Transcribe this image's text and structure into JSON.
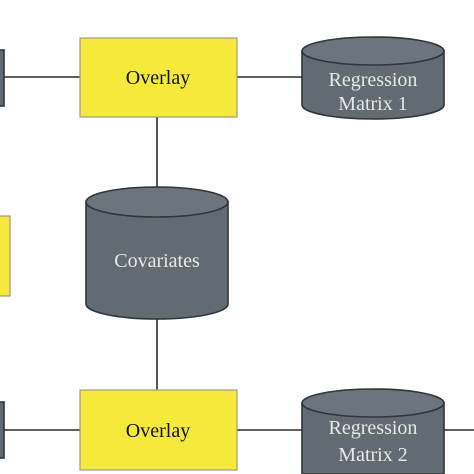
{
  "diagram": {
    "nodes": {
      "overlay_top": {
        "label": "Overlay",
        "shape": "rectangle",
        "fill": "#f5ea3c"
      },
      "overlay_bottom": {
        "label": "Overlay",
        "shape": "rectangle",
        "fill": "#f5ea3c"
      },
      "covariates": {
        "label": "Covariates",
        "shape": "cylinder",
        "fill": "#626a72"
      },
      "regression_matrix_1": {
        "label_line1": "Regression",
        "label_line2": "Matrix 1",
        "shape": "cylinder",
        "fill": "#626a72"
      },
      "regression_matrix_2": {
        "label_line1": "Regression",
        "label_line2": "Matrix 2",
        "shape": "cylinder",
        "fill": "#626a72"
      },
      "left_partial_top": {
        "shape": "cylinder",
        "fill": "#626a72"
      },
      "left_partial_middle": {
        "shape": "rectangle",
        "fill": "#f5ea3c"
      },
      "left_partial_bottom": {
        "shape": "cylinder",
        "fill": "#626a72"
      }
    },
    "edges": [
      {
        "from": "left_partial_top",
        "to": "overlay_top"
      },
      {
        "from": "overlay_top",
        "to": "regression_matrix_1"
      },
      {
        "from": "overlay_top",
        "to": "covariates"
      },
      {
        "from": "covariates",
        "to": "overlay_bottom"
      },
      {
        "from": "left_partial_bottom",
        "to": "overlay_bottom"
      },
      {
        "from": "overlay_bottom",
        "to": "regression_matrix_2"
      }
    ]
  }
}
